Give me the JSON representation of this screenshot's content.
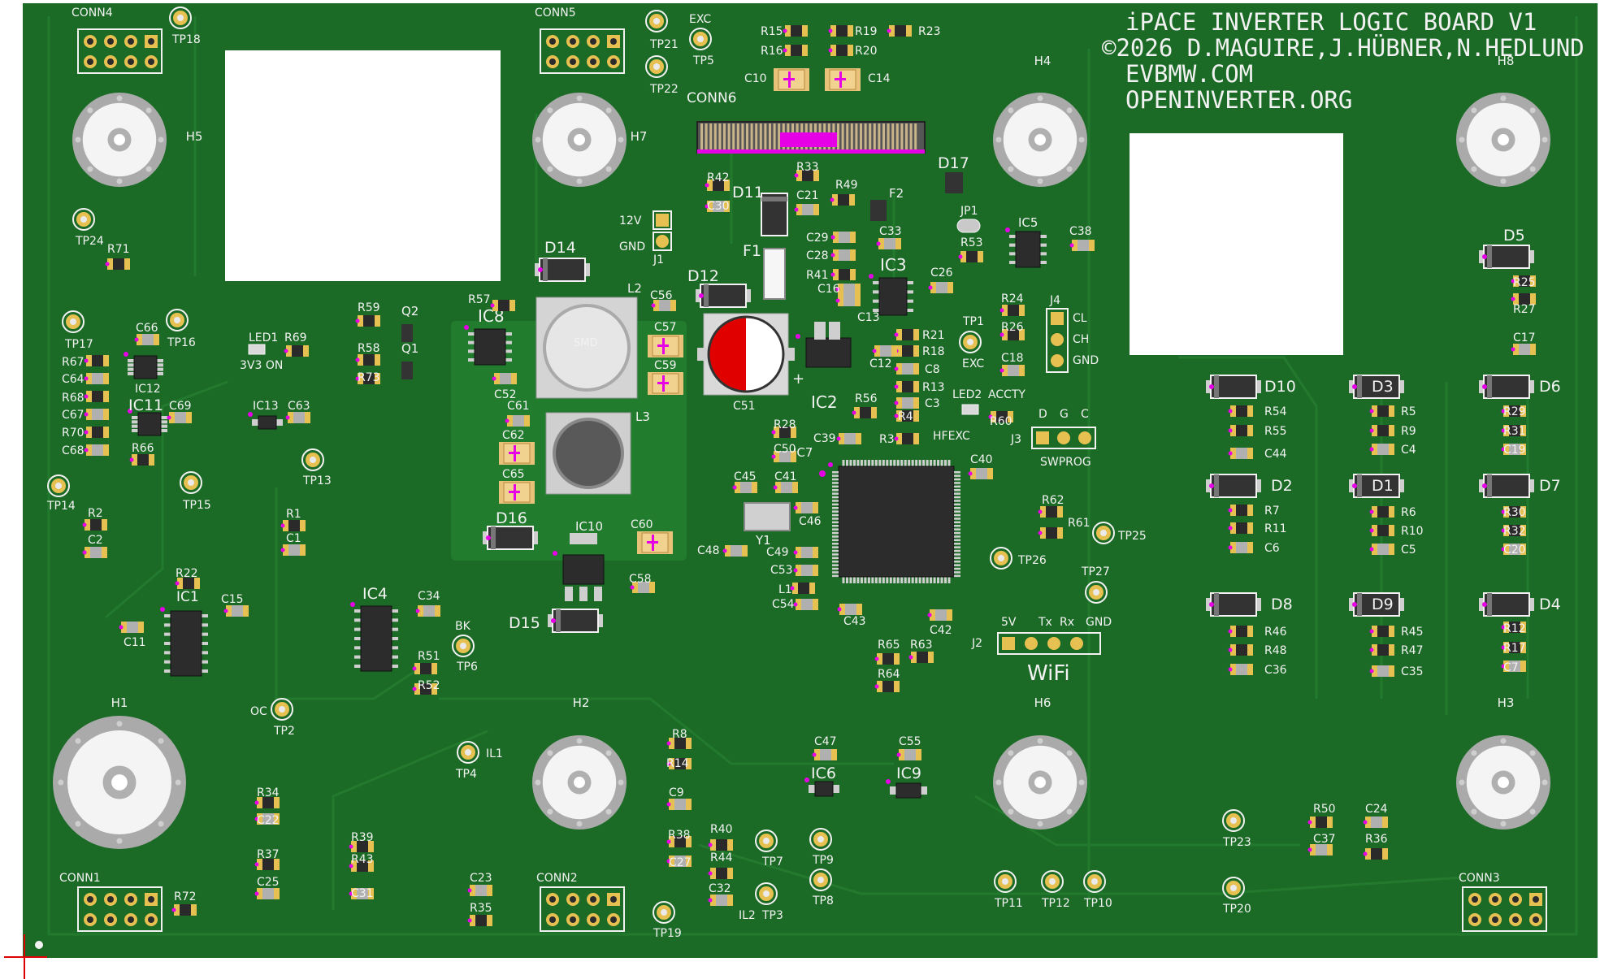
{
  "board": {
    "title_lines": [
      "iPACE INVERTER LOGIC BOARD V1",
      "©2026 D.MAGUIRE,J.HÜBNER,N.HEDLUND",
      "EVBMW.COM",
      "OPENINVERTER.ORG"
    ],
    "colors": {
      "board": "#1b6b26",
      "silk": "#f2f2f2",
      "pad": "#e6c050",
      "marker": "#e600e6",
      "hole": "#c8c8c8"
    }
  },
  "labels": {
    "mounting_holes": [
      "H5",
      "H7",
      "H4",
      "H8",
      "H1",
      "H2",
      "H6",
      "H3"
    ],
    "connectors": [
      "CONN4",
      "CONN5",
      "CONN6",
      "CONN1",
      "CONN2",
      "CONN3"
    ],
    "test_points": [
      "TP18",
      "TP21",
      "TP22",
      "TP5",
      "TP24",
      "TP17",
      "TP16",
      "TP14",
      "TP15",
      "TP13",
      "TP1",
      "TP25",
      "TP26",
      "TP27",
      "TP6",
      "TP2",
      "TP4",
      "TP7",
      "TP9",
      "TP8",
      "TP3",
      "TP19",
      "TP11",
      "TP12",
      "TP10",
      "TP23",
      "TP20"
    ],
    "ics": [
      "IC1",
      "IC2",
      "IC3",
      "IC4",
      "IC5",
      "IC6",
      "IC7",
      "IC8",
      "IC9",
      "IC10",
      "IC11",
      "IC12",
      "IC13"
    ],
    "diodes": [
      "D1",
      "D2",
      "D3",
      "D4",
      "D5",
      "D6",
      "D7",
      "D8",
      "D9",
      "D10",
      "D11",
      "D12",
      "D14",
      "D15",
      "D16",
      "D17"
    ],
    "net_texts": [
      "EXC",
      "12V",
      "GND",
      "3V3 ON",
      "ACCTY",
      "HFEXC",
      "CL",
      "CH",
      "GND",
      "D",
      "G",
      "C",
      "SWPROG",
      "5V",
      "Tx",
      "Rx",
      "GND",
      "BK",
      "OC",
      "IL1",
      "IL2",
      "SMD"
    ],
    "wifi": "WiFi",
    "misc": [
      "J1",
      "J2",
      "J3",
      "J4",
      "JP1",
      "F1",
      "F2",
      "L1",
      "L2",
      "L3",
      "Q1",
      "Q2",
      "Y1",
      "LED1",
      "LED2"
    ]
  },
  "parts": {
    "resistors": [
      "R1",
      "R2",
      "R3",
      "R4",
      "R5",
      "R6",
      "R7",
      "R8",
      "R9",
      "R10",
      "R11",
      "R12",
      "R13",
      "R14",
      "R15",
      "R16",
      "R17",
      "R18",
      "R19",
      "R20",
      "R21",
      "R22",
      "R23",
      "R24",
      "R25",
      "R26",
      "R27",
      "R28",
      "R29",
      "R30",
      "R31",
      "R32",
      "R33",
      "R34",
      "R35",
      "R36",
      "R37",
      "R38",
      "R39",
      "R40",
      "R41",
      "R42",
      "R43",
      "R44",
      "R45",
      "R46",
      "R47",
      "R48",
      "R49",
      "R50",
      "R51",
      "R52",
      "R53",
      "R54",
      "R55",
      "R56",
      "R57",
      "R58",
      "R59",
      "R60",
      "R61",
      "R62",
      "R63",
      "R64",
      "R65",
      "R66",
      "R67",
      "R68",
      "R69",
      "R70",
      "R71",
      "R72",
      "R73"
    ],
    "capacitors": [
      "C1",
      "C2",
      "C3",
      "C4",
      "C5",
      "C6",
      "C7",
      "C8",
      "C9",
      "C10",
      "C11",
      "C12",
      "C13",
      "C14",
      "C15",
      "C16",
      "C17",
      "C18",
      "C19",
      "C20",
      "C21",
      "C22",
      "C23",
      "C24",
      "C25",
      "C26",
      "C27",
      "C28",
      "C29",
      "C30",
      "C31",
      "C32",
      "C33",
      "C34",
      "C35",
      "C36",
      "C37",
      "C38",
      "C39",
      "C40",
      "C41",
      "C42",
      "C43",
      "C44",
      "C45",
      "C46",
      "C47",
      "C48",
      "C49",
      "C50",
      "C51",
      "C52",
      "C53",
      "C54",
      "C55",
      "C56",
      "C57",
      "C58",
      "C59",
      "C60",
      "C61",
      "C62",
      "C63",
      "C64",
      "C65",
      "C66",
      "C67",
      "C68",
      "C69"
    ]
  }
}
